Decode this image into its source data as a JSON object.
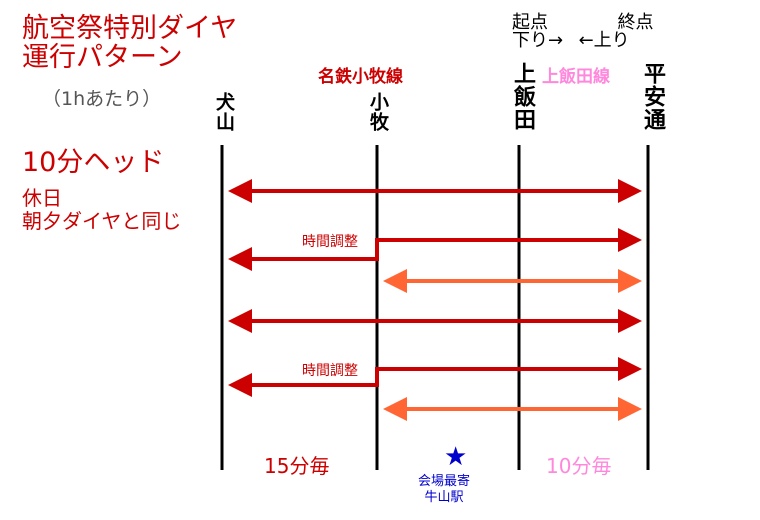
{
  "header": {
    "title_line1": "航空祭特別ダイヤ",
    "title_line2": "運行パターン",
    "subtitle": "（1hあたり）",
    "headway": "10分ヘッド",
    "holiday_line1": "休日",
    "holiday_line2": "朝夕ダイヤと同じ"
  },
  "stations": {
    "inuyama": "犬山",
    "komaki": "小牧",
    "kamiiida": "上飯田",
    "heianbashi": "平安通"
  },
  "lines": {
    "meitetsu_komaki": "名鉄小牧線",
    "kamiiida_line": "上飯田線"
  },
  "direction": {
    "origin_label": "起点",
    "terminus_label": "終点",
    "down": "下り→",
    "up": "←上り"
  },
  "adjustment_label": "時間調整",
  "frequency": {
    "left": "15分毎",
    "right": "10分毎"
  },
  "venue": {
    "star": "★",
    "line1": "会場最寄",
    "line2": "牛山駅"
  },
  "colors": {
    "meitetsu": "#cc0000",
    "kamiiida": "#ff6633",
    "kamiiida_label": "#ff88dd",
    "venue": "#0000cc"
  },
  "services": [
    {
      "from": "heianbashi",
      "to": "inuyama",
      "type": "through-both-ways"
    },
    {
      "from": "heianbashi",
      "to": "inuyama",
      "type": "split-with-adjustment"
    },
    {
      "from": "komaki",
      "to": "heianbashi",
      "type": "shuttle-both-ways"
    },
    {
      "from": "heianbashi",
      "to": "inuyama",
      "type": "through-both-ways"
    },
    {
      "from": "heianbashi",
      "to": "inuyama",
      "type": "split-with-adjustment"
    },
    {
      "from": "komaki",
      "to": "heianbashi",
      "type": "shuttle-both-ways"
    }
  ]
}
